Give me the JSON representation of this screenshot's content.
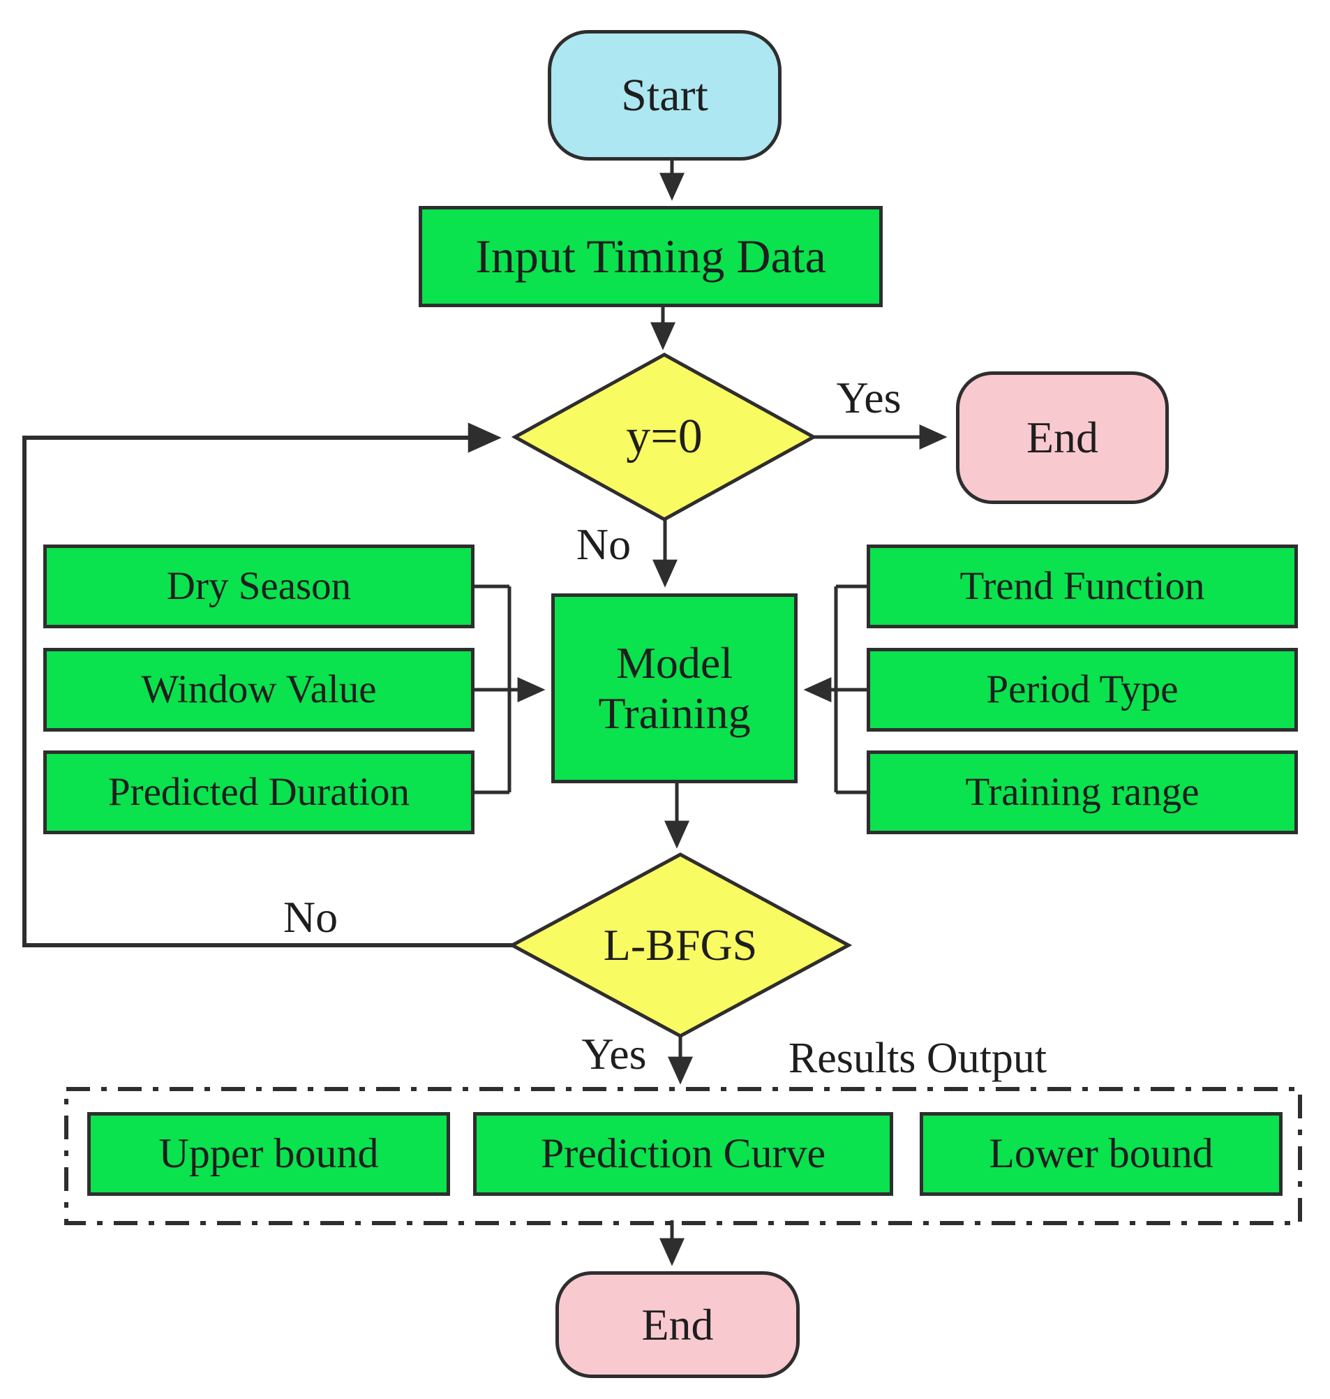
{
  "colors": {
    "process_fill": "#0ae24e",
    "decision_fill": "#f9fb62",
    "start_fill": "#ade7f1",
    "end_fill": "#f9c9d0",
    "stroke": "#2e2e2e",
    "text": "#1e1e1e"
  },
  "nodes": {
    "start": "Start",
    "input": "Input Timing Data",
    "decision_y0": "y=0",
    "end_top": "End",
    "model": "Model Training",
    "dry_season": "Dry Season",
    "window_value": "Window Value",
    "predicted_duration": "Predicted Duration",
    "trend_function": "Trend Function",
    "period_type": "Period Type",
    "training_range": "Training range",
    "upper_bound": "Upper bound",
    "prediction_curve": "Prediction Curve",
    "lower_bound": "Lower bound",
    "end_bottom": "End"
  },
  "edge_labels": {
    "y0_yes": "Yes",
    "y0_no": "No",
    "lbfgs_no": "No",
    "lbfgs_yes": "Yes",
    "results_output": "Results Output"
  }
}
